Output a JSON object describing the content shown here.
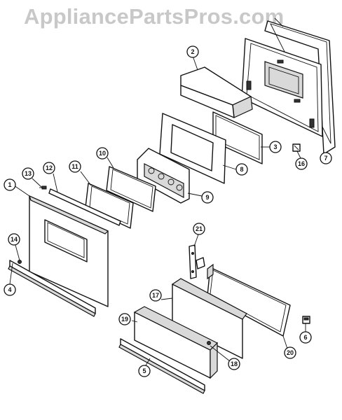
{
  "watermark": "AppliancePartsPros.com",
  "callouts": [
    "1",
    "2",
    "3",
    "4",
    "5",
    "6",
    "7",
    "8",
    "9",
    "10",
    "11",
    "12",
    "13",
    "14",
    "16",
    "17",
    "18",
    "19",
    "20",
    "21"
  ]
}
